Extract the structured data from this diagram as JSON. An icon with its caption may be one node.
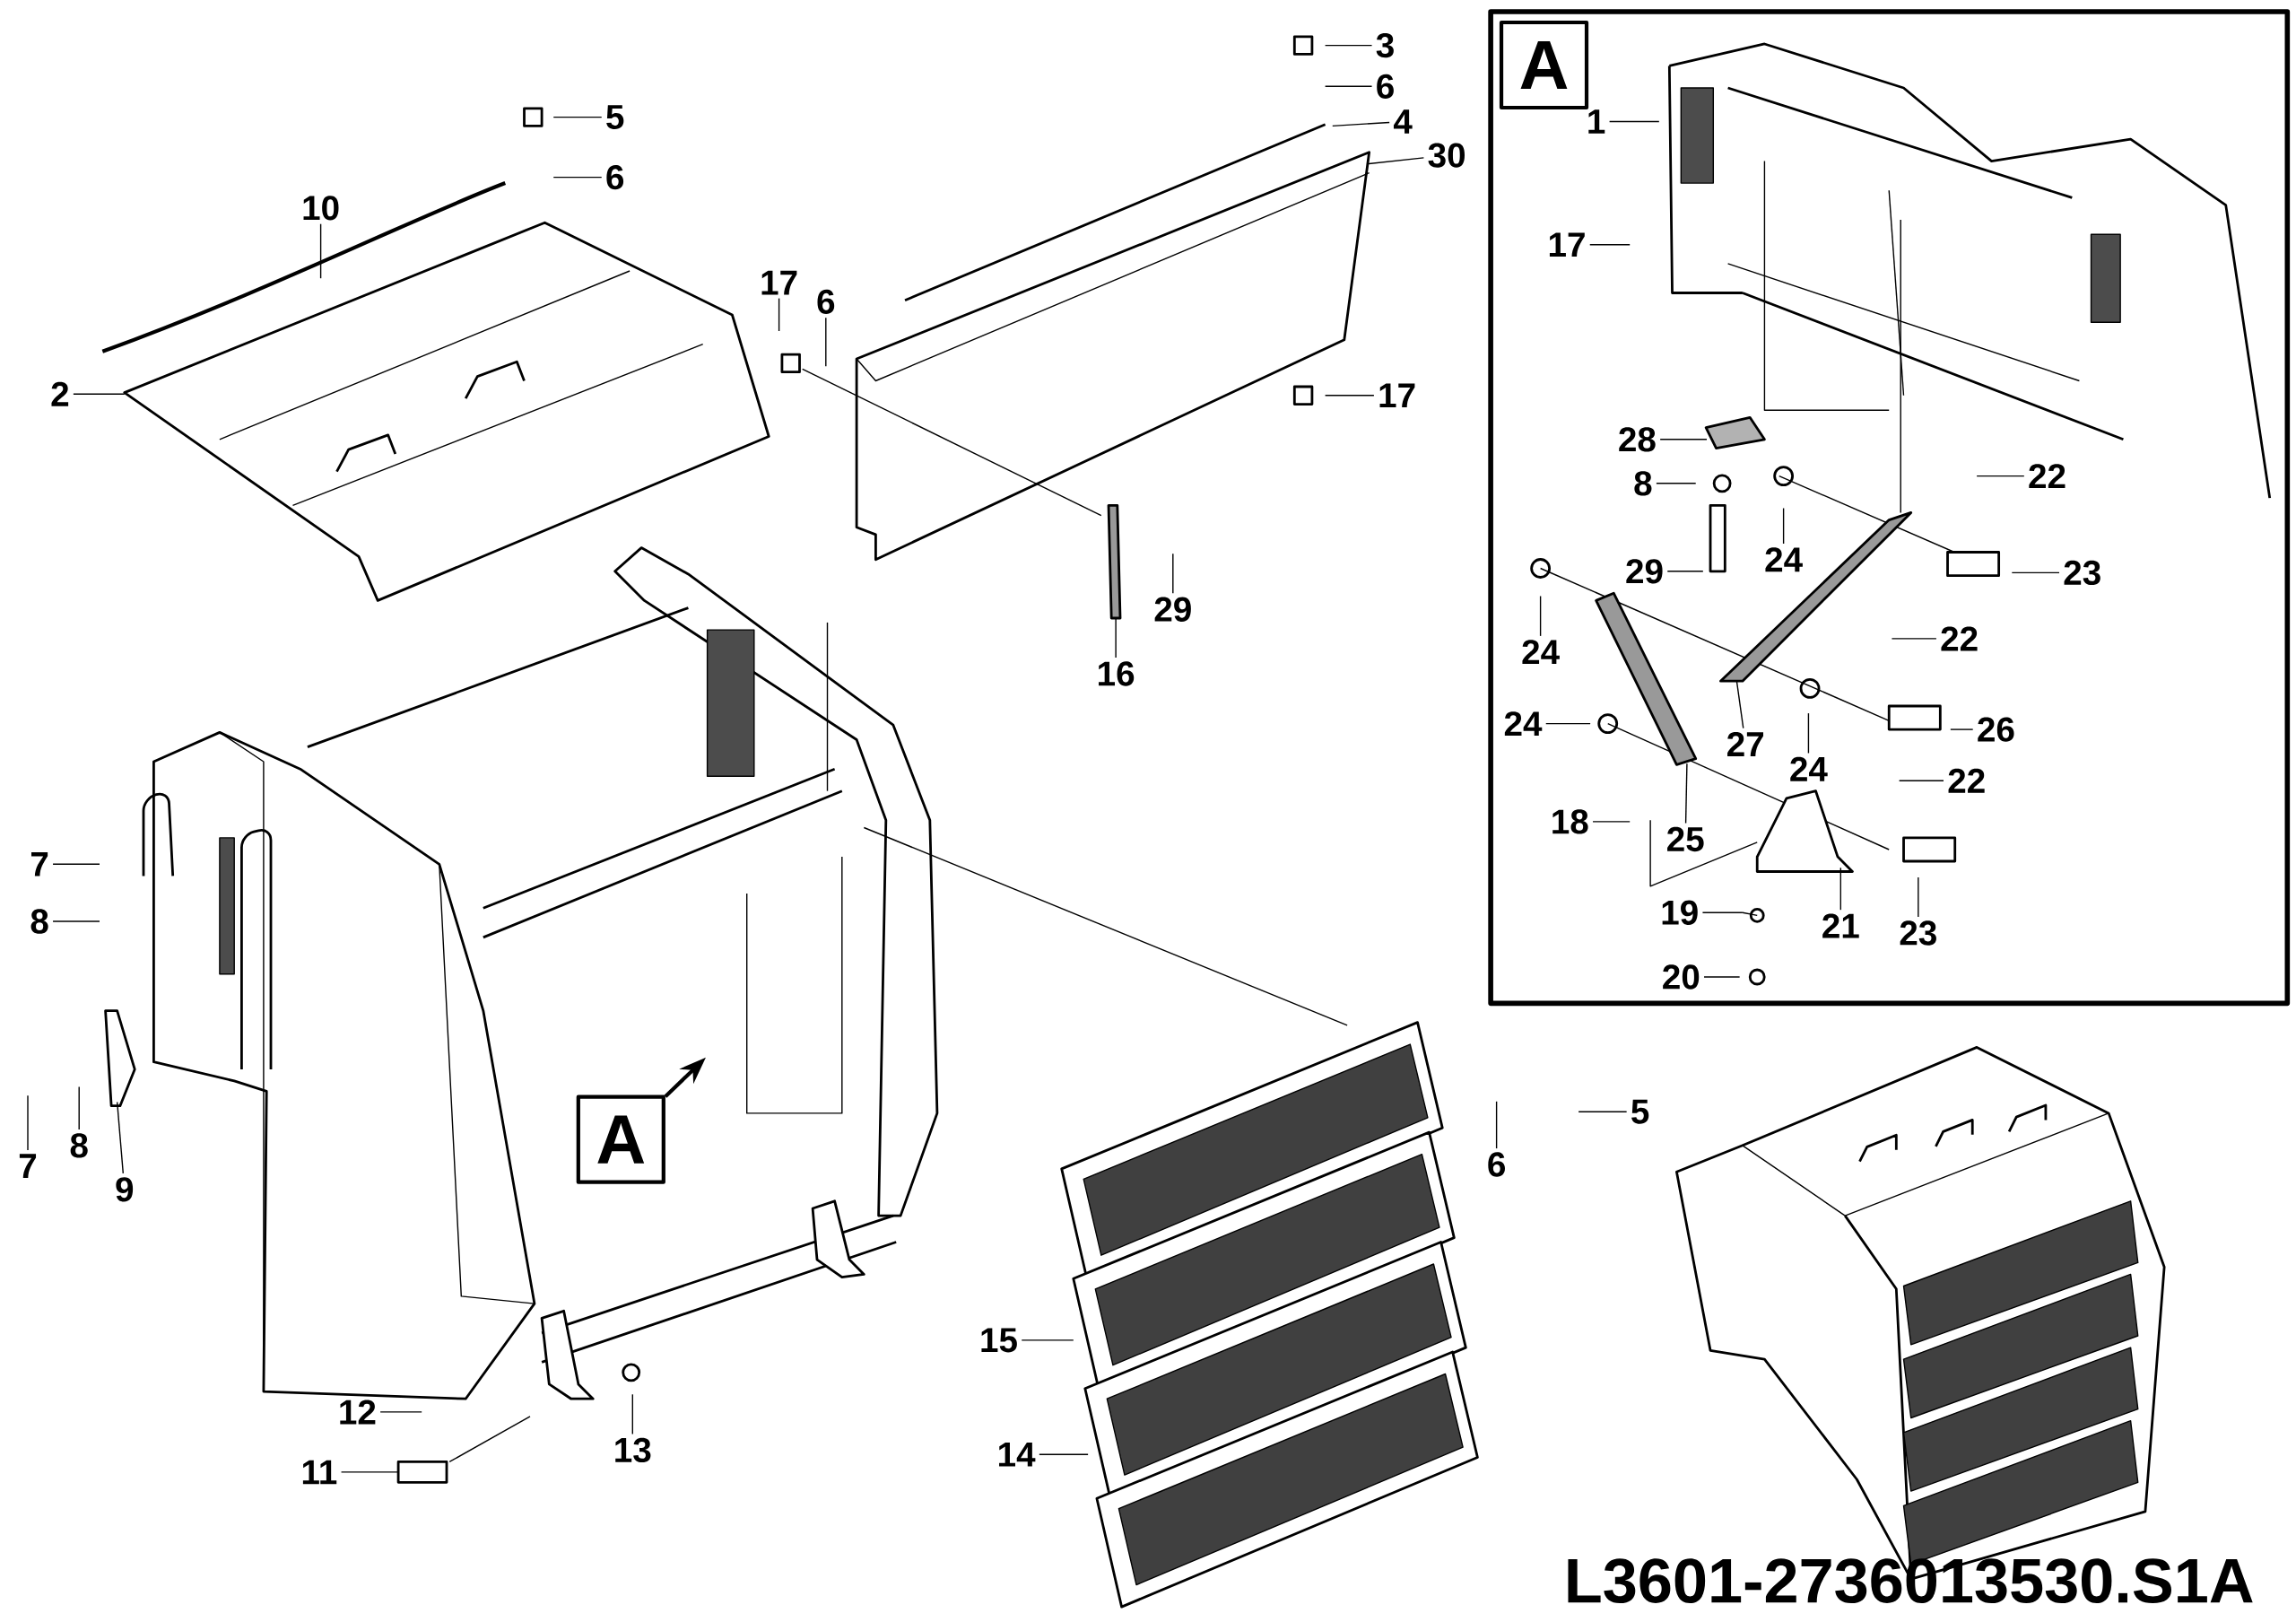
{
  "diagram": {
    "nodes": [
      {
        "text": [
          "10"
        ]
      },
      {
        "text": [
          "2"
        ]
      },
      {
        "text": [
          "5"
        ]
      },
      {
        "text": [
          "6"
        ]
      },
      {
        "text": [
          "3"
        ]
      },
      {
        "text": [
          "6"
        ]
      },
      {
        "text": [
          "4"
        ]
      },
      {
        "text": [
          "30"
        ]
      },
      {
        "text": [
          "17"
        ]
      },
      {
        "text": [
          "6"
        ]
      },
      {
        "text": [
          "17"
        ]
      },
      {
        "text": [
          "29"
        ]
      },
      {
        "text": [
          "16"
        ]
      },
      {
        "text": [
          "7"
        ]
      },
      {
        "text": [
          "8"
        ]
      },
      {
        "text": [
          "7"
        ]
      },
      {
        "text": [
          "8"
        ]
      },
      {
        "text": [
          "9"
        ]
      },
      {
        "text": [
          "12"
        ]
      },
      {
        "text": [
          "11"
        ]
      },
      {
        "text": [
          "13"
        ]
      },
      {
        "text": [
          "15"
        ]
      },
      {
        "text": [
          "14"
        ]
      },
      {
        "text": [
          "6"
        ]
      },
      {
        "text": [
          "5"
        ]
      },
      {
        "text": [
          "A"
        ]
      },
      {
        "text": [
          "A"
        ]
      },
      {
        "text": [
          "1"
        ],
        "in": 26
      },
      {
        "text": [
          "17"
        ],
        "in": 26
      },
      {
        "text": [
          "28"
        ],
        "in": 26
      },
      {
        "text": [
          "8"
        ],
        "in": 26
      },
      {
        "text": [
          "29"
        ],
        "in": 26
      },
      {
        "text": [
          "22"
        ],
        "in": 26
      },
      {
        "text": [
          "24"
        ],
        "in": 26
      },
      {
        "text": [
          "23"
        ],
        "in": 26
      },
      {
        "text": [
          "24"
        ],
        "in": 26
      },
      {
        "text": [
          "22"
        ],
        "in": 26
      },
      {
        "text": [
          "27"
        ],
        "in": 26
      },
      {
        "text": [
          "26"
        ],
        "in": 26
      },
      {
        "text": [
          "24"
        ],
        "in": 26
      },
      {
        "text": [
          "24"
        ],
        "in": 26
      },
      {
        "text": [
          "22"
        ],
        "in": 26
      },
      {
        "text": [
          "18"
        ],
        "in": 26
      },
      {
        "text": [
          "25"
        ],
        "in": 26
      },
      {
        "text": [
          "19"
        ],
        "in": 26
      },
      {
        "text": [
          "21"
        ],
        "in": 26
      },
      {
        "text": [
          "23"
        ],
        "in": 26
      },
      {
        "text": [
          "20"
        ],
        "in": 26
      },
      {
        "text": [],
        "shape": "picture"
      },
      {
        "text": [],
        "shape": "picture"
      },
      {
        "text": [],
        "shape": "box"
      },
      {
        "text": [],
        "shape": "bar"
      },
      {
        "text": [],
        "shape": "picture"
      },
      {
        "text": [],
        "shape": "picture"
      },
      {
        "text": [],
        "shape": "picture",
        "in": 26
      },
      {
        "text": [],
        "shape": "picture",
        "in": 26
      },
      {
        "text": [],
        "shape": "bar",
        "in": 26
      },
      {
        "text": [],
        "shape": "bar",
        "in": 26
      }
    ],
    "edges": [
      {
        "from": 0,
        "to": null,
        "arrow": "none"
      },
      {
        "from": 1,
        "to": null,
        "arrow": "none"
      },
      {
        "from": 2,
        "to": null,
        "arrow": "none"
      },
      {
        "from": 3,
        "to": null,
        "arrow": "none"
      },
      {
        "from": 4,
        "to": null,
        "arrow": "none"
      },
      {
        "from": 5,
        "to": null,
        "arrow": "none"
      },
      {
        "from": 6,
        "to": null,
        "arrow": "none"
      },
      {
        "from": 7,
        "to": 48,
        "arrow": "none"
      },
      {
        "from": 8,
        "to": null,
        "arrow": "none"
      },
      {
        "from": 9,
        "to": null,
        "arrow": "none"
      },
      {
        "from": 10,
        "to": null,
        "arrow": "none"
      },
      {
        "from": 11,
        "to": null,
        "arrow": "none"
      },
      {
        "from": 12,
        "to": 51,
        "arrow": "none"
      },
      {
        "from": 13,
        "to": null,
        "arrow": "none"
      },
      {
        "from": 14,
        "to": null,
        "arrow": "none"
      },
      {
        "from": 15,
        "to": null,
        "arrow": "none"
      },
      {
        "from": 16,
        "to": null,
        "arrow": "none"
      },
      {
        "from": 17,
        "to": 49,
        "arrow": "none"
      },
      {
        "from": 18,
        "to": null,
        "arrow": "none"
      },
      {
        "from": 19,
        "to": 50,
        "arrow": "none"
      },
      {
        "from": 20,
        "to": null,
        "arrow": "none"
      },
      {
        "from": 21,
        "to": null,
        "arrow": "none"
      },
      {
        "from": 22,
        "to": null,
        "arrow": "none"
      },
      {
        "from": 23,
        "to": null,
        "arrow": "none"
      },
      {
        "from": 24,
        "to": null,
        "arrow": "none"
      },
      {
        "from": 25,
        "to": null,
        "arrow": "to"
      },
      {
        "from": 27,
        "to": null,
        "arrow": "none"
      },
      {
        "from": 28,
        "to": null,
        "arrow": "none"
      },
      {
        "from": 29,
        "to": 54,
        "arrow": "none"
      },
      {
        "from": 30,
        "to": null,
        "arrow": "none"
      },
      {
        "from": 31,
        "to": null,
        "arrow": "none"
      },
      {
        "from": 32,
        "to": null,
        "arrow": "none"
      },
      {
        "from": 33,
        "to": null,
        "arrow": "none"
      },
      {
        "from": 34,
        "to": null,
        "arrow": "none"
      },
      {
        "from": 35,
        "to": null,
        "arrow": "none"
      },
      {
        "from": 36,
        "to": null,
        "arrow": "none"
      },
      {
        "from": 37,
        "to": 57,
        "arrow": "none"
      },
      {
        "from": 38,
        "to": null,
        "arrow": "none"
      },
      {
        "from": 39,
        "to": null,
        "arrow": "none"
      },
      {
        "from": 40,
        "to": null,
        "arrow": "none"
      },
      {
        "from": 41,
        "to": null,
        "arrow": "none"
      },
      {
        "from": 42,
        "to": null,
        "arrow": "none"
      },
      {
        "from": 43,
        "to": 56,
        "arrow": "none"
      },
      {
        "from": 44,
        "to": null,
        "arrow": "none"
      },
      {
        "from": 45,
        "to": 55,
        "arrow": "none"
      },
      {
        "from": 46,
        "to": null,
        "arrow": "none"
      },
      {
        "from": 47,
        "to": null,
        "arrow": "none"
      }
    ],
    "labels": [
      "L3601-2736013530.S1A"
    ]
  }
}
